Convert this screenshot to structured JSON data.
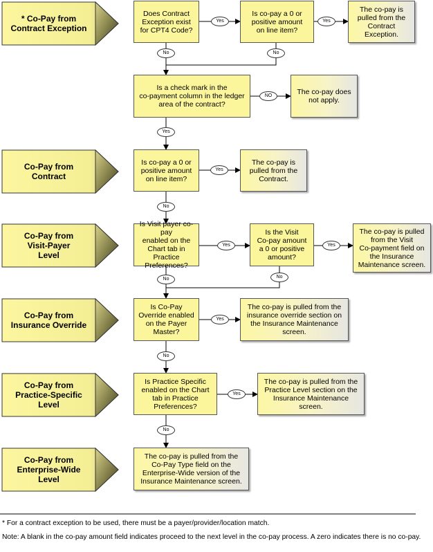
{
  "levels": [
    "* Co-Pay from\nContract Exception",
    "Co-Pay from\nContract",
    "Co-Pay from\nVisit-Payer\nLevel",
    "Co-Pay from\nInsurance Override",
    "Co-Pay from\nPractice-Specific\nLevel",
    "Co-Pay from\nEnterprise-Wide\nLevel"
  ],
  "decisions": {
    "contract_exception_exists": "Does Contract\nException exist\nfor CPT4 Code?",
    "exception_amount": "Is co-pay a 0 or\npositive amount\non line item?",
    "ledger_checkmark": "Is a check mark in the\nco-payment column in the ledger\narea of the contract?",
    "contract_amount": "Is co-pay a 0 or\npositive amount\non line item?",
    "visit_payer_enabled": "Is Visit payer co-pay\nenabled on the\nChart tab in Practice\nPreferences?",
    "visit_amount": "Is the Visit\nCo-pay amount\na 0 or positive\namount?",
    "insurance_override_enabled": "Is Co-Pay\nOverride enabled\non the Payer\nMaster?",
    "practice_specific_enabled": "Is Practice Specific\nenabled on the Chart\ntab in Practice\nPreferences?"
  },
  "results": {
    "from_contract_exception": "The co-pay is\npulled from the\nContract\nException.",
    "does_not_apply": "The co-pay does\nnot apply.",
    "from_contract": "The co-pay is\npulled from the\nContract.",
    "from_visit_field": "The co-pay is pulled\nfrom the Visit\nCo-payment field on\nthe Insurance\nMaintenance screen.",
    "from_override_section": "The co-pay is pulled from the\ninsurance override section  on\nthe Insurance Maintenance\nscreen.",
    "from_practice_level": "The co-pay is pulled from the\nPractice Level section  on the\nInsurance Maintenance\nscreen.",
    "from_enterprise_wide": "The co-pay is pulled from the\nCo-Pay Type field on the\nEnterprise-Wide version of the\nInsurance Maintenance screen."
  },
  "connectors": {
    "yes": "Yes",
    "no": "No",
    "no_caps": "NO"
  },
  "footnotes": {
    "asterisk": "* For a contract exception to be used, there must be a payer/provider/location match.",
    "note": "Note: A blank in the co-pay amount field indicates proceed to the next level in the co-pay process. A zero indicates there is no co-pay."
  },
  "colors": {
    "decision_fill": "#fbf59b",
    "banner_fill": "#fbf59b",
    "banner_shadow": "#4a4a2a",
    "line": "#000000"
  }
}
